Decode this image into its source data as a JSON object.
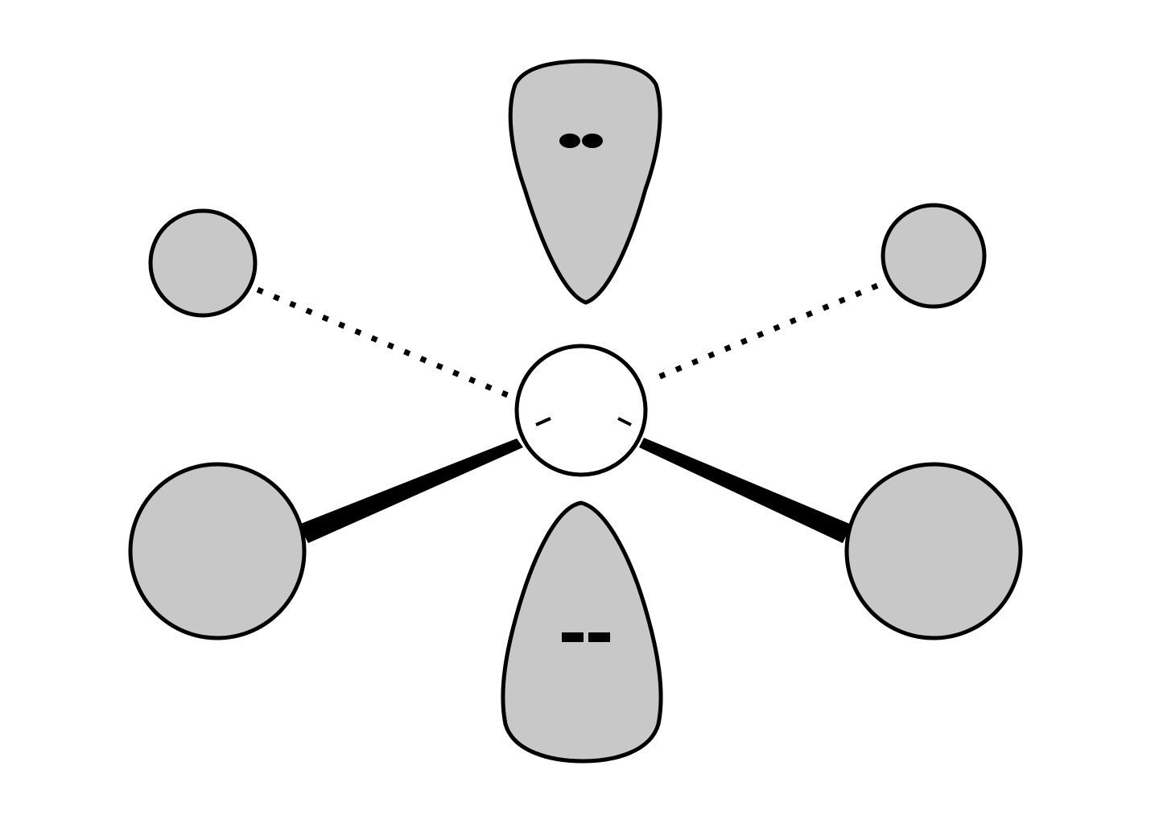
{
  "diagram": {
    "kind": "molecular-geometry-lone-pairs",
    "central_atom": {
      "fill": "#ffffff"
    },
    "atoms": [
      {
        "id": "back-left",
        "bond": "dashed-receding",
        "fill": "#c8c8c8"
      },
      {
        "id": "back-right",
        "bond": "dashed-receding",
        "fill": "#c8c8c8"
      },
      {
        "id": "front-left",
        "bond": "wedge-forward",
        "fill": "#c8c8c8"
      },
      {
        "id": "front-right",
        "bond": "wedge-forward",
        "fill": "#c8c8c8"
      }
    ],
    "lone_pairs": [
      {
        "id": "top",
        "electrons": 2,
        "fill": "#c8c8c8"
      },
      {
        "id": "bottom",
        "electrons": 2,
        "fill": "#c8c8c8"
      }
    ],
    "colors": {
      "outline": "#000000",
      "atom_fill": "#c8c8c8",
      "central_fill": "#ffffff",
      "background": "#ffffff"
    }
  }
}
